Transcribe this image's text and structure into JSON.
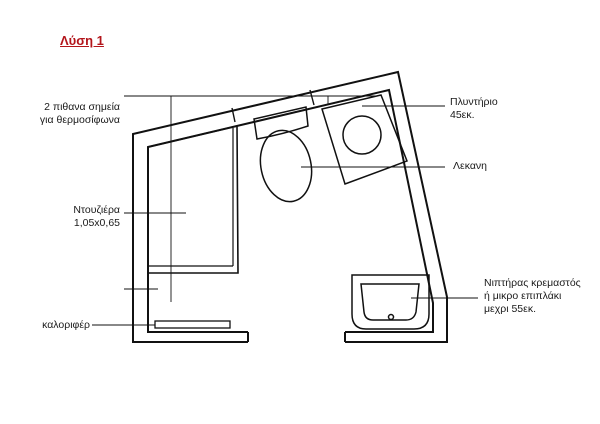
{
  "title": "Λύση 1",
  "labels": {
    "heaters_line1": "2 πιθανα σημεία",
    "heaters_line2": "για θερμοσίφωνα",
    "shower_line1": "Ντουζιέρα",
    "shower_line2": "1,05x0,65",
    "radiator": "καλοριφέρ",
    "washer_line1": "Πλυντήριο",
    "washer_line2": "45εκ.",
    "toilet": "Λεκανη",
    "sink_line1": "Νιπτήρας κρεμαστός",
    "sink_line2": "ή μικρο επιπλάκι",
    "sink_line3": "μεχρι 55εκ."
  },
  "colors": {
    "title": "#b3151b",
    "lines": "#111111"
  }
}
